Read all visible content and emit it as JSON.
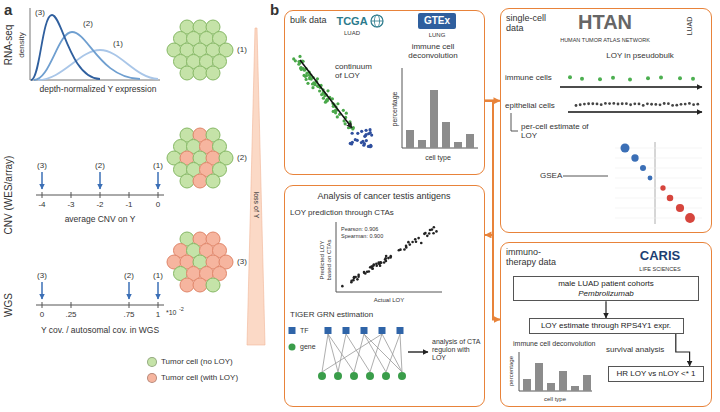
{
  "diagram": {
    "nodes": [
      {
        "text": [
          "bulk data"
        ]
      },
      {
        "text": [
          "single-cell data"
        ]
      },
      {
        "text": [
          "Analysis of cancer testis antigens"
        ]
      },
      {
        "text": [
          "immuno-therapy data"
        ]
      },
      {
        "text": [
          "male LUAD patient cohorts",
          "Pembrolizumab"
        ],
        "in": 3
      },
      {
        "text": [
          "LOY estimate through RPS4Y1 expr."
        ],
        "in": 3
      },
      {
        "text": [
          "HR LOY vs nLOY <* 1"
        ],
        "in": 3
      }
    ],
    "edges": [
      {
        "from": 0,
        "to": 1,
        "arrow": "to"
      },
      {
        "from": 0,
        "to": 2,
        "arrow": "to"
      },
      {
        "from": 0,
        "to": 3,
        "arrow": "to"
      },
      {
        "from": 4,
        "to": 5,
        "arrow": "to"
      },
      {
        "from": 5,
        "to": 6,
        "arrow": "to"
      }
    ],
    "labels": [
      "a",
      "RNA-seq",
      "density",
      "(3)",
      "(2)",
      "(1)",
      "depth-normalized Y expression",
      "CNV (WES/array)",
      "(3)",
      "(2)",
      "(1)",
      "-4",
      "-3",
      "-2",
      "-1",
      "0",
      "average CNV on Y",
      "WGS",
      "(3)",
      "(2)",
      "(1)",
      "0",
      ".25",
      ".75",
      "1",
      "*10",
      "-2",
      "Y cov. / autosomal cov. in WGS",
      "(1)",
      "(2)",
      "(3)",
      "loss of Y",
      "b",
      "TCGA",
      "LUAD",
      "GTEx",
      "LUNG",
      "continuum of LOY",
      "immune cell deconvolution",
      "percentage",
      "cell type",
      "HTAN",
      "HUMAN TUMOR ATLAS NETWORK",
      "LUAD",
      "LOY in pseudobulk",
      "immune cells",
      "epithelial cells",
      "per-cell estimate of LOY",
      "GSEA",
      "LOY prediction through CTAs",
      "Predicted LOY based on CTAs",
      "Actual LOY",
      "Pearson: 0.906",
      "Spearman: 0.900",
      "TIGER GRN estimation",
      "TF",
      "gene",
      "analysis of CTA regulon with LOY",
      "CARIS",
      "LIFE SCIENCES",
      "immune cell deconvolution",
      "percentage",
      "cell type",
      "survival analysis"
    ],
    "legend": [
      {
        "text": "Tumor cell (no LOY)",
        "color": "#c5e3a8"
      },
      {
        "text": "Tumor cell (with LOY)",
        "color": "#f6b59f"
      }
    ]
  }
}
